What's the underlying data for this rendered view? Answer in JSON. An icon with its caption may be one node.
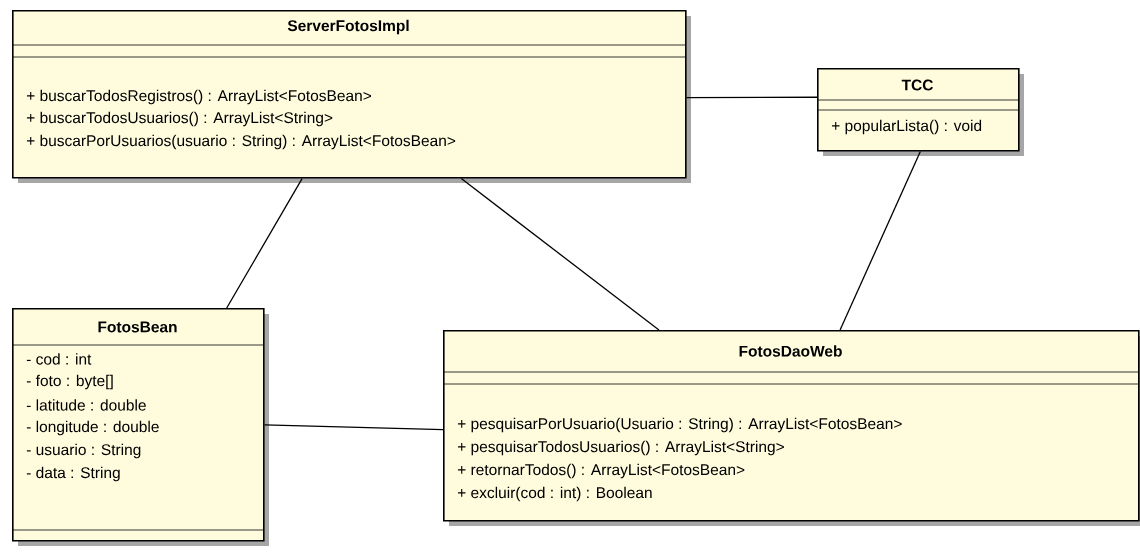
{
  "diagram": {
    "nodes": [
      {
        "text": [
          "ServerFotosImpl",
          "+ buscarTodosRegistros() : ArrayList<FotosBean>",
          "+ buscarTodosUsuarios() : ArrayList<String>",
          "+ buscarPorUsuarios(usuario : String) : ArrayList<FotosBean>"
        ]
      },
      {
        "text": [
          "TCC",
          "+ popularLista() : void"
        ]
      },
      {
        "text": [
          "FotosBean",
          "- cod : int",
          "- foto : byte[]",
          "- latitude : double",
          "- longitude : double",
          "- usuario : String",
          "- data : String"
        ]
      },
      {
        "text": [
          "FotosDaoWeb",
          "+ pesquisarPorUsuario(Usuario : String) : ArrayList<FotosBean>",
          "+ pesquisarTodosUsuarios() : ArrayList<String>",
          "+ retornarTodos() : ArrayList<FotosBean>",
          "+ excluir(cod : int) : Boolean"
        ]
      }
    ],
    "edges": [
      {
        "from": 0,
        "to": 1,
        "arrow": "none"
      },
      {
        "from": 0,
        "to": 2,
        "arrow": "none"
      },
      {
        "from": 0,
        "to": 3,
        "arrow": "none"
      },
      {
        "from": 1,
        "to": 3,
        "arrow": "none"
      },
      {
        "from": 2,
        "to": 3,
        "arrow": "none"
      }
    ]
  }
}
